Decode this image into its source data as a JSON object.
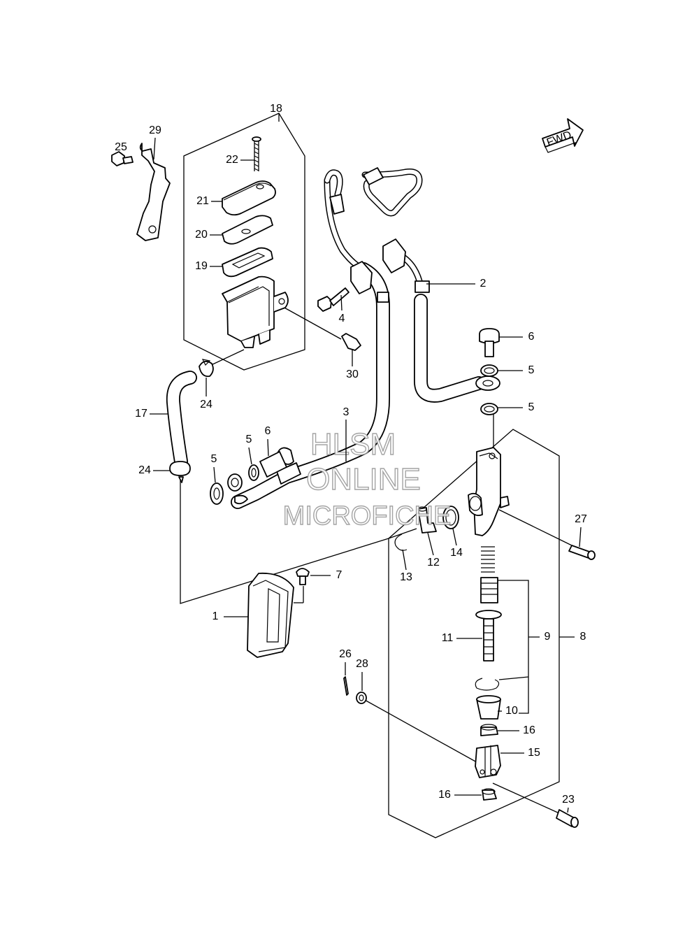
{
  "fwd_label": "FWD",
  "watermark": {
    "line1": "HLSM",
    "line2": "ONLINE",
    "line3": "MICROFICHE"
  },
  "callouts": {
    "c1": "1",
    "c2": "2",
    "c3": "3",
    "c4": "4",
    "c5a": "5",
    "c5b": "5",
    "c5c": "5",
    "c5d": "5",
    "c6a": "6",
    "c6b": "6",
    "c7": "7",
    "c8": "8",
    "c9": "9",
    "c10": "10",
    "c11": "11",
    "c12": "12",
    "c13": "13",
    "c14": "14",
    "c15": "15",
    "c16a": "16",
    "c16b": "16",
    "c17": "17",
    "c18": "18",
    "c19": "19",
    "c20": "20",
    "c21": "21",
    "c22": "22",
    "c23": "23",
    "c24a": "24",
    "c24b": "24",
    "c25": "25",
    "c26": "26",
    "c27": "27",
    "c28": "28",
    "c29": "29",
    "c30": "30"
  }
}
